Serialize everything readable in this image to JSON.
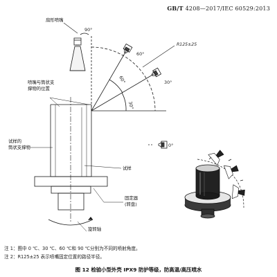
{
  "header": {
    "standard_prefix": "GB/T",
    "standard_number": "4208—2017/IEC 60529:2013"
  },
  "figure": {
    "labels": {
      "fan_nozzle": "扇形喷嘴",
      "radius": "R125±25",
      "nozzle_support_line1": "喷嘴与筒状支",
      "nozzle_support_line2": "撑物的位置",
      "specimen_support_line1": "试样的",
      "specimen_support_line2": "筒状支撑物",
      "specimen": "试样",
      "fixture_line1": "固定器",
      "fixture_line2": "(转盘)",
      "rotation_axis": "旋转轴"
    },
    "angles": {
      "a90": "90°",
      "a60": "60°",
      "a30": "30°",
      "a0": "0°",
      "inner60": "60°",
      "inner30": "30°"
    }
  },
  "notes": {
    "note1": "注 1：图中 0 ℃、30 ℃、60 ℃和 90 ℃分别为不同的喷射角度。",
    "note2": "注 2：R125±25 表示喷嘴固定位置的路径半径。"
  },
  "caption": "图 12   检验小型外壳 IPX9 防护等级，防高温/高压喷水"
}
